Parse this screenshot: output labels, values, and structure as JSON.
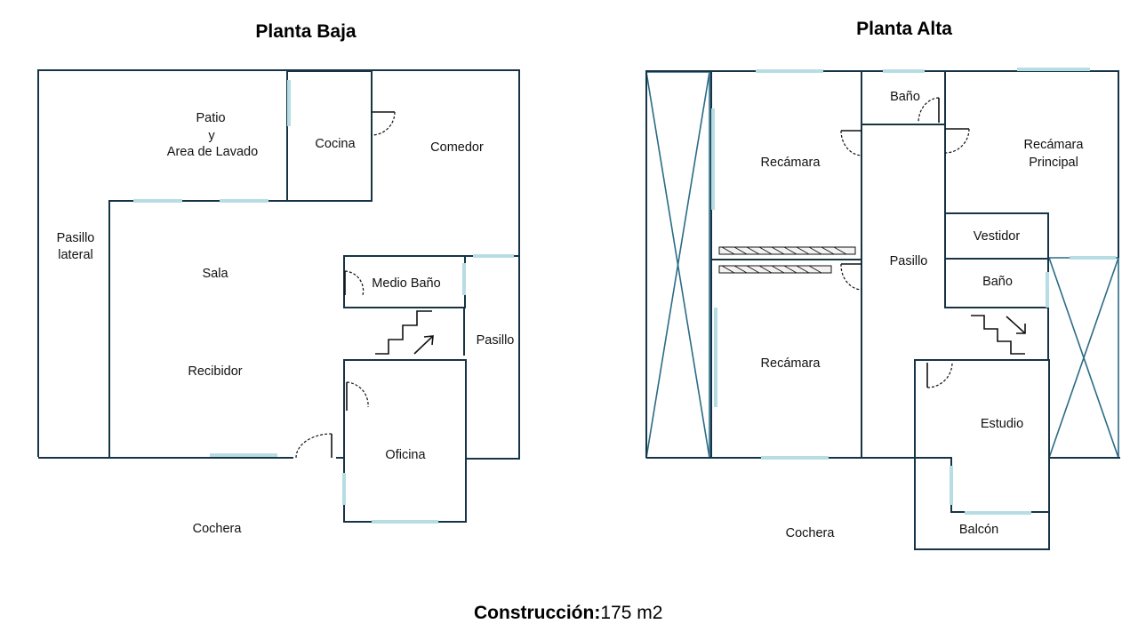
{
  "titles": {
    "ground_floor": "Planta Baja",
    "upper_floor": "Planta Alta"
  },
  "ground_floor": {
    "patio": [
      "Patio",
      "y",
      "Area de Lavado"
    ],
    "cocina": "Cocina",
    "comedor": "Comedor",
    "pasillo_lateral": [
      "Pasillo",
      "lateral"
    ],
    "sala": "Sala",
    "medio_bano": "Medio Baño",
    "pasillo": "Pasillo",
    "recibidor": "Recibidor",
    "oficina": "Oficina",
    "cochera": "Cochera"
  },
  "upper_floor": {
    "bano_top": "Baño",
    "recamara_top": "Recámara",
    "recamara_principal": [
      "Recámara",
      "Principal"
    ],
    "vestidor": "Vestidor",
    "pasillo": "Pasillo",
    "bano_mid": "Baño",
    "recamara_bottom": "Recámara",
    "estudio": "Estudio",
    "cochera": "Cochera",
    "balcon": "Balcón"
  },
  "footer": {
    "label": "Construcción:",
    "value": "175 m2"
  },
  "colors": {
    "wall": "#163446",
    "window": "#b7dde4",
    "void_cross": "#2a6b86"
  }
}
